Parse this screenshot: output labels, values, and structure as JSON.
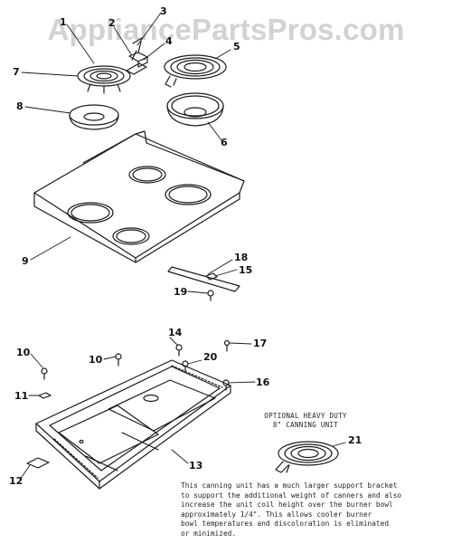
{
  "watermark": "AppliancePartsPros.com",
  "callouts": {
    "c1": "1",
    "c2": "2",
    "c3": "3",
    "c4": "4",
    "c5": "5",
    "c6": "6",
    "c7": "7",
    "c8": "8",
    "c9": "9",
    "c10a": "10",
    "c10b": "10",
    "c11": "11",
    "c12": "12",
    "c13": "13",
    "c14": "14",
    "c15": "15",
    "c16": "16",
    "c17": "17",
    "c18": "18",
    "c19": "19",
    "c20": "20",
    "c21": "21"
  },
  "optional_unit": {
    "title_line1": "OPTIONAL HEAVY DUTY",
    "title_line2": "8\" CANNING UNIT"
  },
  "note_lines": [
    "This canning unit has a much  larger support bracket",
    "to support the additional weight of canners and also",
    "increase the unit coil height  over the burner bowl",
    "approximately 1/4\".   This allows cooler burner",
    "bowl temperatures  and  discoloration is eliminated",
    "or minimized."
  ]
}
